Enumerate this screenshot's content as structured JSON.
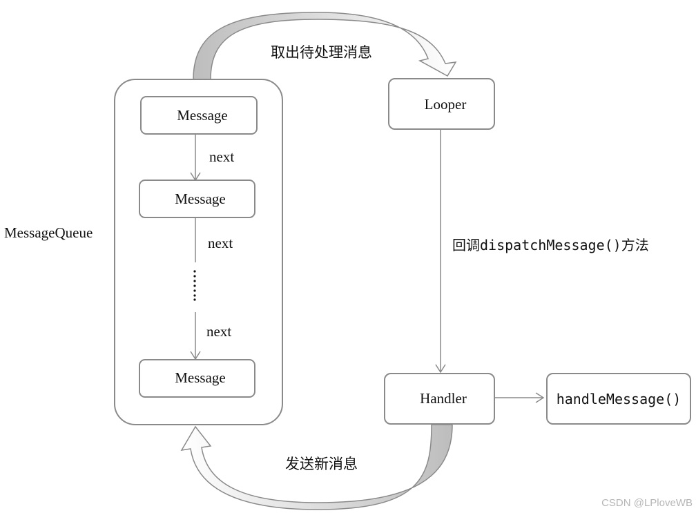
{
  "diagram": {
    "queue_label": "MessageQueue",
    "messages": [
      "Message",
      "Message",
      "Message"
    ],
    "next_labels": [
      "next",
      "next",
      "next"
    ],
    "looper": "Looper",
    "handler": "Handler",
    "handle_message": "handleMessage()",
    "take_out_label": "取出待处理消息",
    "callback_prefix": "回调",
    "callback_method": "dispatchMessage()",
    "callback_suffix": "方法",
    "send_label": "发送新消息"
  },
  "watermark": "CSDN @LPloveWB",
  "colors": {
    "stroke": "#8a8a8a",
    "curved_arrow_fill": "#c8c8c8"
  }
}
